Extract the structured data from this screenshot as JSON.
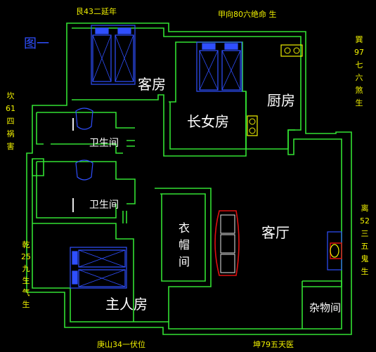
{
  "legend_label": "图一",
  "rooms": {
    "guest_room": "客房",
    "eldest_daughter_room": "长女房",
    "kitchen": "厨房",
    "bathroom_1": "卫生间",
    "bathroom_2": "卫生间",
    "cloakroom": "衣帽间",
    "living_room": "客厅",
    "master_bedroom": "主人房",
    "storage_room": "杂物间"
  },
  "bagua_labels": {
    "top_left": "艮43二延年",
    "top_center": "甲向80六绝命 生",
    "right_top": "巽 97 七 六 煞 生",
    "right_bottom": "离 52 三 五 鬼 生",
    "left_top": "坎 61 四 祸 害",
    "left_bottom": "乾 25 九 生 气 生",
    "bottom_left": "庚山34一伏位",
    "bottom_right": "坤79五天医"
  },
  "colors": {
    "walls": "#33e033",
    "background": "#000000",
    "furniture": "#2f4fff",
    "sofa_outline": "#e01010",
    "label_text": "#f2f200",
    "room_text": "#ffffff",
    "legend_text": "#2f4fff"
  }
}
